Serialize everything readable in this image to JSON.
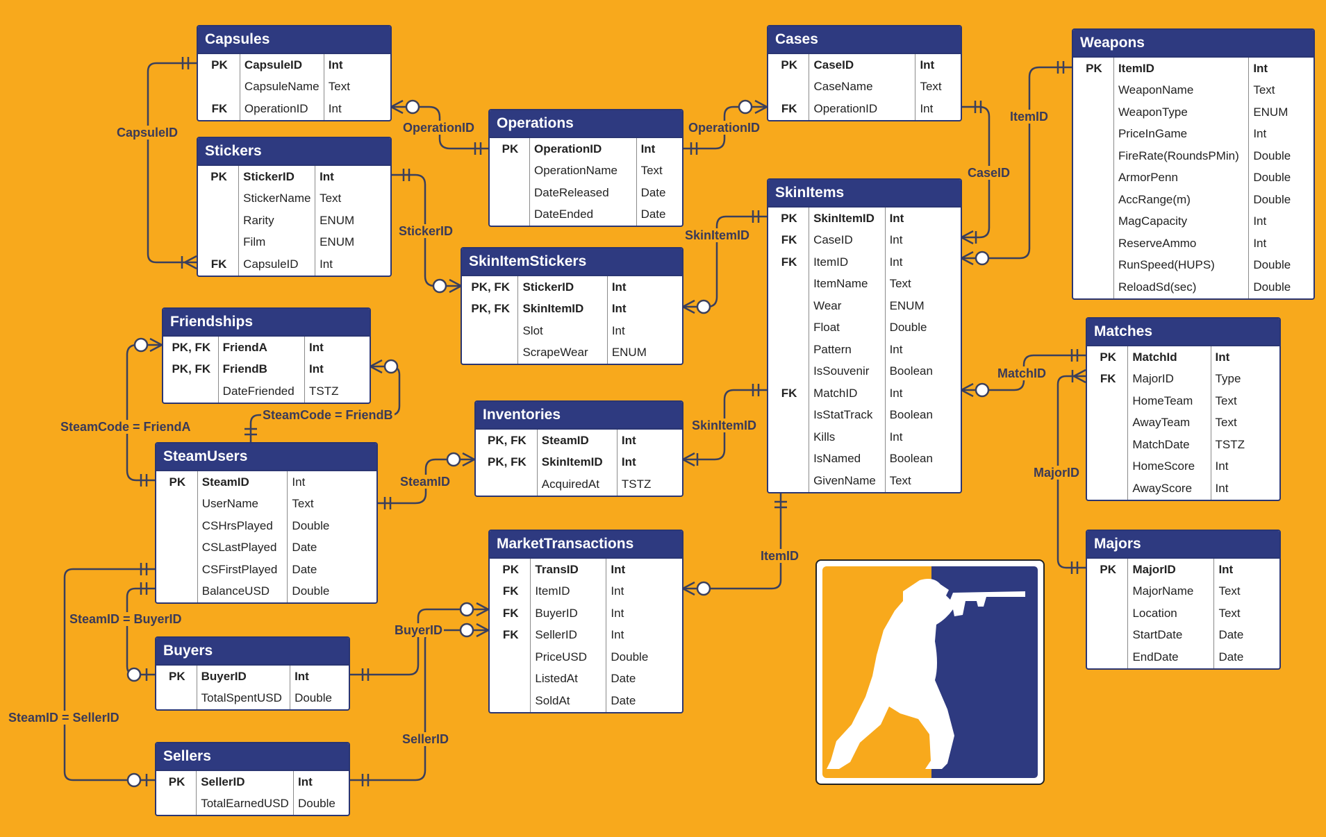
{
  "entities": {
    "capsules": {
      "title": "Capsules",
      "rows": [
        {
          "k": "PK",
          "n": "CapsuleID",
          "t": "Int",
          "pk": true
        },
        {
          "k": "",
          "n": "CapsuleName",
          "t": "Text"
        },
        {
          "k": "FK",
          "n": "OperationID",
          "t": "Int"
        }
      ]
    },
    "stickers": {
      "title": "Stickers",
      "rows": [
        {
          "k": "PK",
          "n": "StickerID",
          "t": "Int",
          "pk": true
        },
        {
          "k": "",
          "n": "StickerName",
          "t": "Text"
        },
        {
          "k": "",
          "n": "Rarity",
          "t": "ENUM"
        },
        {
          "k": "",
          "n": "Film",
          "t": "ENUM"
        },
        {
          "k": "FK",
          "n": "CapsuleID",
          "t": "Int"
        }
      ]
    },
    "operations": {
      "title": "Operations",
      "rows": [
        {
          "k": "PK",
          "n": "OperationID",
          "t": "Int",
          "pk": true
        },
        {
          "k": "",
          "n": "OperationName",
          "t": "Text"
        },
        {
          "k": "",
          "n": "DateReleased",
          "t": "Date"
        },
        {
          "k": "",
          "n": "DateEnded",
          "t": "Date"
        }
      ]
    },
    "cases": {
      "title": "Cases",
      "rows": [
        {
          "k": "PK",
          "n": "CaseID",
          "t": "Int",
          "pk": true
        },
        {
          "k": "",
          "n": "CaseName",
          "t": "Text"
        },
        {
          "k": "FK",
          "n": "OperationID",
          "t": "Int"
        }
      ]
    },
    "weapons": {
      "title": "Weapons",
      "rows": [
        {
          "k": "PK",
          "n": "ItemID",
          "t": "Int",
          "pk": true
        },
        {
          "k": "",
          "n": "WeaponName",
          "t": "Text"
        },
        {
          "k": "",
          "n": "WeaponType",
          "t": "ENUM"
        },
        {
          "k": "",
          "n": "PriceInGame",
          "t": "Int"
        },
        {
          "k": "",
          "n": "FireRate(RoundsPMin)",
          "t": "Double"
        },
        {
          "k": "",
          "n": "ArmorPenn",
          "t": "Double"
        },
        {
          "k": "",
          "n": "AccRange(m)",
          "t": "Double"
        },
        {
          "k": "",
          "n": "MagCapacity",
          "t": "Int"
        },
        {
          "k": "",
          "n": "ReserveAmmo",
          "t": "Int"
        },
        {
          "k": "",
          "n": "RunSpeed(HUPS)",
          "t": "Double"
        },
        {
          "k": "",
          "n": "ReloadSd(sec)",
          "t": "Double"
        }
      ]
    },
    "skinitemstickers": {
      "title": "SkinItemStickers",
      "rows": [
        {
          "k": "PK, FK",
          "n": "StickerID",
          "t": "Int",
          "pk": true
        },
        {
          "k": "PK, FK",
          "n": "SkinItemID",
          "t": "Int",
          "pk": true
        },
        {
          "k": "",
          "n": "Slot",
          "t": "Int"
        },
        {
          "k": "",
          "n": "ScrapeWear",
          "t": "ENUM"
        }
      ]
    },
    "skinitems": {
      "title": "SkinItems",
      "rows": [
        {
          "k": "PK",
          "n": "SkinItemID",
          "t": "Int",
          "pk": true
        },
        {
          "k": "FK",
          "n": "CaseID",
          "t": "Int"
        },
        {
          "k": "FK",
          "n": "ItemID",
          "t": "Int"
        },
        {
          "k": "",
          "n": "ItemName",
          "t": "Text"
        },
        {
          "k": "",
          "n": "Wear",
          "t": "ENUM"
        },
        {
          "k": "",
          "n": "Float",
          "t": "Double"
        },
        {
          "k": "",
          "n": "Pattern",
          "t": "Int"
        },
        {
          "k": "",
          "n": "IsSouvenir",
          "t": "Boolean"
        },
        {
          "k": "FK",
          "n": "MatchID",
          "t": "Int"
        },
        {
          "k": "",
          "n": "IsStatTrack",
          "t": "Boolean"
        },
        {
          "k": "",
          "n": "Kills",
          "t": "Int"
        },
        {
          "k": "",
          "n": "IsNamed",
          "t": "Boolean"
        },
        {
          "k": "",
          "n": "GivenName",
          "t": "Text"
        }
      ]
    },
    "friendships": {
      "title": "Friendships",
      "rows": [
        {
          "k": "PK, FK",
          "n": "FriendA",
          "t": "Int",
          "pk": true
        },
        {
          "k": "PK, FK",
          "n": "FriendB",
          "t": "Int",
          "pk": true
        },
        {
          "k": "",
          "n": "DateFriended",
          "t": "TSTZ"
        }
      ]
    },
    "inventories": {
      "title": "Inventories",
      "rows": [
        {
          "k": "PK, FK",
          "n": "SteamID",
          "t": "Int",
          "pk": true
        },
        {
          "k": "PK, FK",
          "n": "SkinItemID",
          "t": "Int",
          "pk": true
        },
        {
          "k": "",
          "n": "AcquiredAt",
          "t": "TSTZ"
        }
      ]
    },
    "steamusers": {
      "title": "SteamUsers",
      "rows": [
        {
          "k": "PK",
          "n": "SteamID",
          "t": "Int",
          "pk": true,
          "plainType": true
        },
        {
          "k": "",
          "n": "UserName",
          "t": "Text"
        },
        {
          "k": "",
          "n": "CSHrsPlayed",
          "t": "Double"
        },
        {
          "k": "",
          "n": "CSLastPlayed",
          "t": "Date"
        },
        {
          "k": "",
          "n": "CSFirstPlayed",
          "t": "Date"
        },
        {
          "k": "",
          "n": "BalanceUSD",
          "t": "Double"
        }
      ]
    },
    "matches": {
      "title": "Matches",
      "rows": [
        {
          "k": "PK",
          "n": "MatchId",
          "t": "Int",
          "pk": true
        },
        {
          "k": "FK",
          "n": "MajorID",
          "t": "Type"
        },
        {
          "k": "",
          "n": "HomeTeam",
          "t": "Text"
        },
        {
          "k": "",
          "n": "AwayTeam",
          "t": "Text"
        },
        {
          "k": "",
          "n": "MatchDate",
          "t": "TSTZ"
        },
        {
          "k": "",
          "n": "HomeScore",
          "t": "Int"
        },
        {
          "k": "",
          "n": "AwayScore",
          "t": "Int"
        }
      ]
    },
    "markettransactions": {
      "title": "MarketTransactions",
      "rows": [
        {
          "k": "PK",
          "n": "TransID",
          "t": "Int",
          "pk": true
        },
        {
          "k": "FK",
          "n": "ItemID",
          "t": "Int"
        },
        {
          "k": "FK",
          "n": "BuyerID",
          "t": "Int"
        },
        {
          "k": "FK",
          "n": "SellerID",
          "t": "Int"
        },
        {
          "k": "",
          "n": "PriceUSD",
          "t": "Double"
        },
        {
          "k": "",
          "n": "ListedAt",
          "t": "Date"
        },
        {
          "k": "",
          "n": "SoldAt",
          "t": "Date"
        }
      ]
    },
    "majors": {
      "title": "Majors",
      "rows": [
        {
          "k": "PK",
          "n": "MajorID",
          "t": "Int",
          "pk": true
        },
        {
          "k": "",
          "n": "MajorName",
          "t": "Text"
        },
        {
          "k": "",
          "n": "Location",
          "t": "Text"
        },
        {
          "k": "",
          "n": "StartDate",
          "t": "Date"
        },
        {
          "k": "",
          "n": "EndDate",
          "t": "Date"
        }
      ]
    },
    "buyers": {
      "title": "Buyers",
      "rows": [
        {
          "k": "PK",
          "n": "BuyerID",
          "t": "Int",
          "pk": true
        },
        {
          "k": "",
          "n": "TotalSpentUSD",
          "t": "Double"
        }
      ]
    },
    "sellers": {
      "title": "Sellers",
      "rows": [
        {
          "k": "PK",
          "n": "SellerID",
          "t": "Int",
          "pk": true
        },
        {
          "k": "",
          "n": "TotalEarnedUSD",
          "t": "Double"
        }
      ]
    }
  },
  "labels": {
    "capsuleid": "CapsuleID",
    "operationid_left": "OperationID",
    "operationid_right": "OperationID",
    "stickerid": "StickerID",
    "itemid_top": "ItemID",
    "caseid": "CaseID",
    "skinitemid_top": "SkinItemID",
    "skinitemid_mid": "SkinItemID",
    "matchid": "MatchID",
    "majorid": "MajorID",
    "steamcode_frienda": "SteamCode = FriendA",
    "steamcode_friendb": "SteamCode = FriendB",
    "steamid": "SteamID",
    "itemid_bottom": "ItemID",
    "steamid_buyerid": "SteamID = BuyerID",
    "buyerid": "BuyerID",
    "steamid_sellerid": "SteamID = SellerID",
    "sellerid": "SellerID"
  },
  "colors": {
    "background": "#F8A91C",
    "header": "#2E3A80",
    "line": "#3A3F5C",
    "logo_blue": "#2E3A80",
    "logo_orange": "#F8A91C"
  },
  "logo": {
    "icon": "counter-strike-soldier-icon"
  }
}
